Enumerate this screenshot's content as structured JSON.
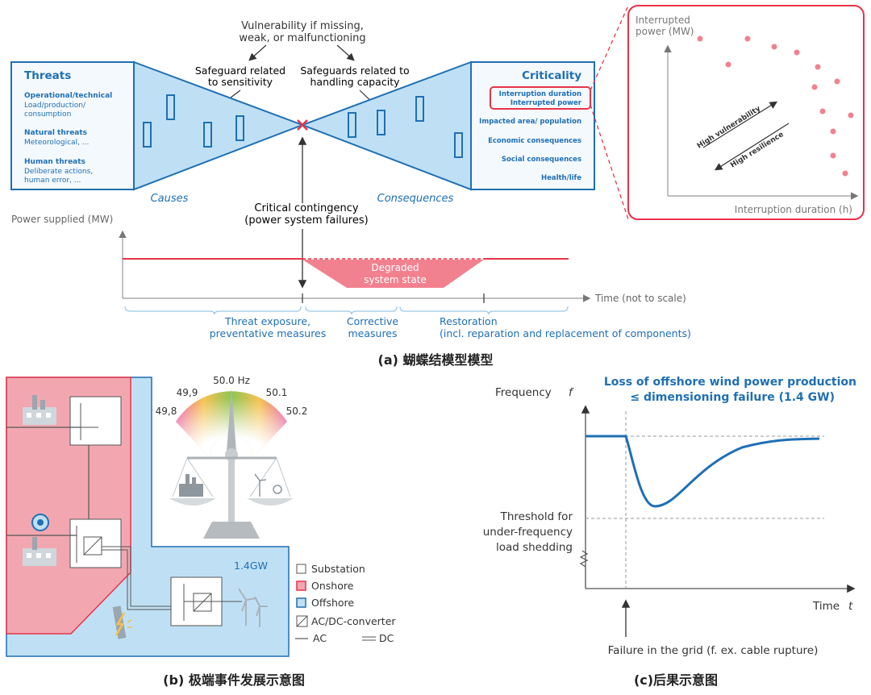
{
  "panel_a": {
    "caption": "(a) 蝴蝶结模型模型",
    "vulnerability_line1": "Vulnerability if missing,",
    "vulnerability_line2": "weak, or malfunctioning",
    "safeguard_sens_line1": "Safeguard related",
    "safeguard_sens_line2": "to sensitivity",
    "safeguard_cap_line1": "Safeguards related to",
    "safeguard_cap_line2": "handling capacity",
    "threats": {
      "title": "Threats",
      "op_title": "Operational/technical",
      "op_line1": "Load/production/",
      "op_line2": "consumption",
      "nat_title": "Natural threats",
      "nat_line1": "Meteorological, ...",
      "hum_title": "Human threats",
      "hum_line1": "Deliberate actions,",
      "hum_line2": "human error, ..."
    },
    "criticality": {
      "title": "Criticality",
      "item1_line1": "Interruption duration",
      "item1_line2": "Interrupted power",
      "item2": "Impacted area/ population",
      "item3": "Economic consequences",
      "item4": "Social consequences",
      "item5": "Health/life"
    },
    "causes": "Causes",
    "consequences": "Consequences",
    "contingency_line1": "Critical contingency",
    "contingency_line2": "(power system failures)",
    "power_supplied": "Power supplied (MW)",
    "time_label": "Time (not to scale)",
    "degraded_line1": "Degraded",
    "degraded_line2": "system state",
    "phase1_line1": "Threat exposure,",
    "phase1_line2": "preventative measures",
    "phase2_line1": "Corrective",
    "phase2_line2": "measures",
    "phase3_line1": "Restoration",
    "phase3_line2": "(incl. reparation and replacement of components)",
    "inset": {
      "ylabel_line1": "Interrupted",
      "ylabel_line2": "power (MW)",
      "xlabel": "Interruption duration (h)",
      "arrow_up": "High vulnerability",
      "arrow_down": "High resilience"
    },
    "colors": {
      "blue": "#1f6fb4",
      "fill": "#bfe0f4",
      "red": "#e8334a"
    }
  },
  "panel_b": {
    "caption": "(b) 极端事件发展示意图",
    "hz_center": "50.0 Hz",
    "hz_4999": "49,9",
    "hz_4998": "49,8",
    "hz_501": "50.1",
    "hz_502": "50.2",
    "capacity": "1.4GW",
    "legend": {
      "substation": "Substation",
      "onshore": "Onshore",
      "offshore": "Offshore",
      "converter": "AC/DC-converter",
      "ac": "AC",
      "dc": "DC"
    },
    "colors": {
      "onshore": "#f2a7b0",
      "offshore": "#bfe0f4"
    }
  },
  "panel_c": {
    "caption": "(c)后果示意图",
    "title_line1": "Loss of offshore wind power production",
    "title_line2": "≤ dimensioning failure (1.4 GW)",
    "ylabel": "Frequency",
    "ylabel_var": "f",
    "xlabel": "Time",
    "xlabel_var": "t",
    "threshold_line1": "Threshold for",
    "threshold_line2": "under-frequency",
    "threshold_line3": "load shedding",
    "failure": "Failure in the grid (f. ex. cable rupture)",
    "colors": {
      "curve": "#1f6fb4"
    }
  }
}
